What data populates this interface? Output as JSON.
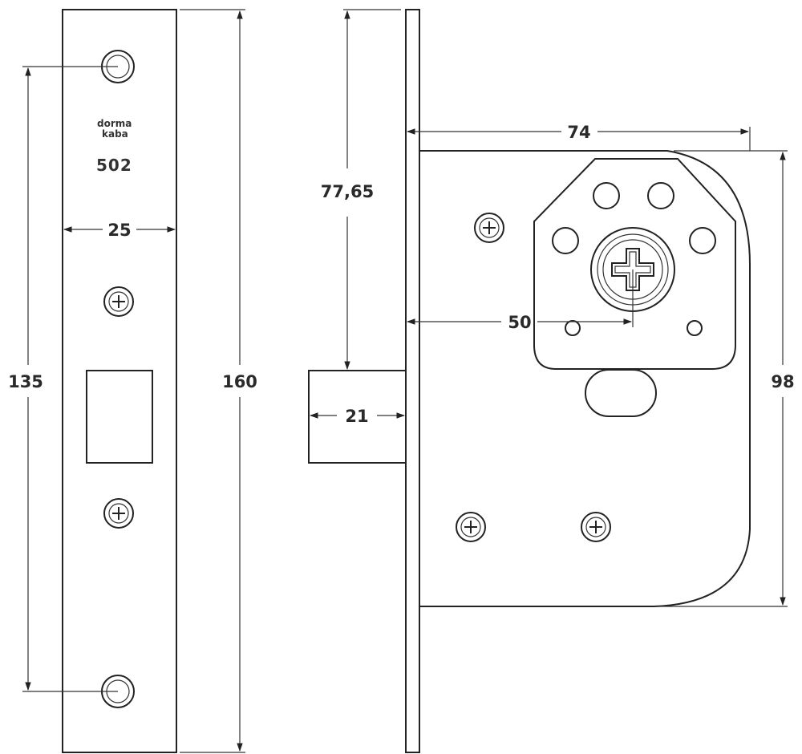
{
  "faceplate": {
    "brand_line1": "dorma",
    "brand_line2": "kaba",
    "model": "502"
  },
  "dimensions": {
    "faceplate_width": "25",
    "fixing_hole_spacing": "135",
    "faceplate_height": "160",
    "bolt_height": "77,65",
    "bolt_throw": "21",
    "case_depth": "74",
    "backset": "50",
    "case_height": "98"
  },
  "colors": {
    "line": "#222222",
    "background": "#ffffff"
  }
}
